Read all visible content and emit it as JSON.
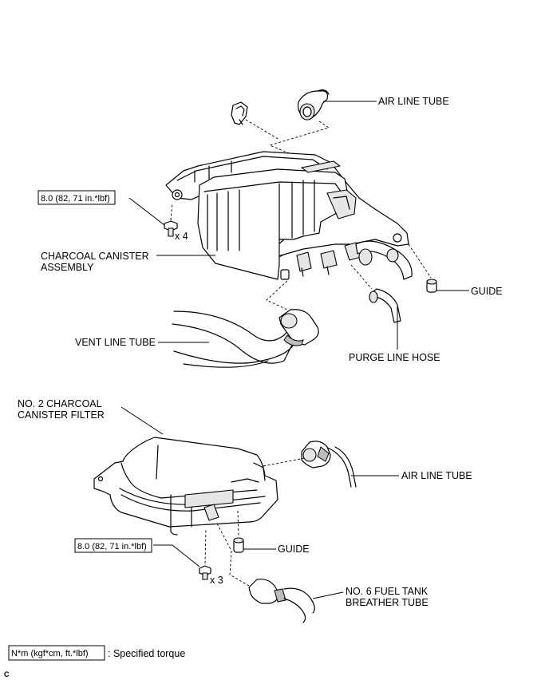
{
  "labels": {
    "air_line_tube_top": "AIR LINE TUBE",
    "torque_top": "8.0 (82, 71 in.*lbf)",
    "qty_top": "x 4",
    "charcoal_canister_line1": "CHARCOAL CANISTER",
    "charcoal_canister_line2": "ASSEMBLY",
    "guide_top": "GUIDE",
    "vent_line_tube": "VENT LINE TUBE",
    "purge_line_hose": "PURGE LINE HOSE",
    "no2_filter_line1": "NO. 2 CHARCOAL",
    "no2_filter_line2": "CANISTER FILTER",
    "air_line_tube_bottom": "AIR LINE TUBE",
    "torque_bottom": "8.0 (82, 71 in.*lbf)",
    "guide_bottom": "GUIDE",
    "qty_bottom": "x 3",
    "breather_line1": "NO. 6 FUEL TANK",
    "breather_line2": "BREATHER TUBE"
  },
  "legend": {
    "unit_box": "N*m (kgf*cm, ft.*lbf)",
    "description": ": Specified torque"
  },
  "corner_mark": "C"
}
